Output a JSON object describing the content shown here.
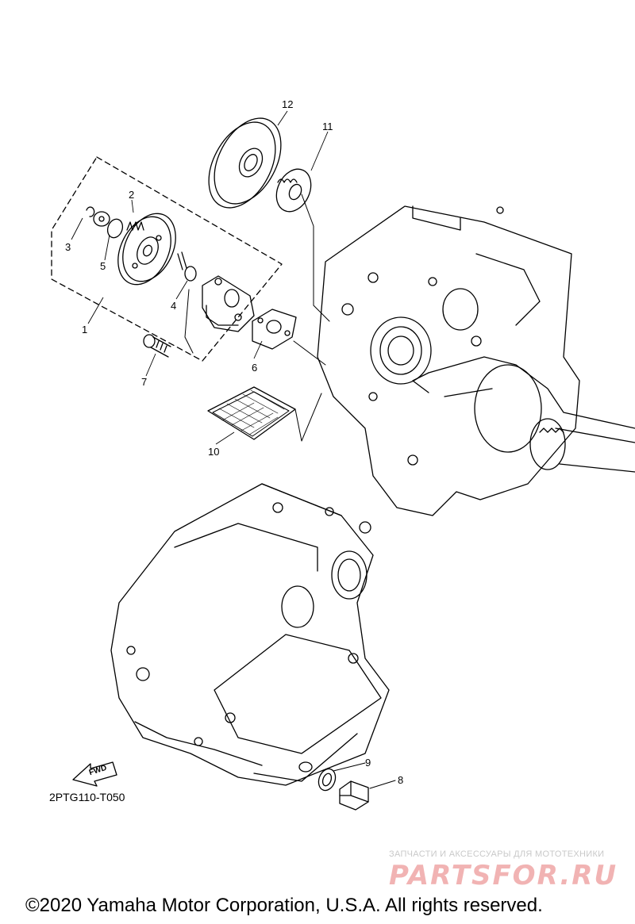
{
  "callouts": [
    {
      "id": "1",
      "label": "1"
    },
    {
      "id": "2",
      "label": "2"
    },
    {
      "id": "3",
      "label": "3"
    },
    {
      "id": "4",
      "label": "4"
    },
    {
      "id": "5",
      "label": "5"
    },
    {
      "id": "6",
      "label": "6"
    },
    {
      "id": "7",
      "label": "7"
    },
    {
      "id": "8",
      "label": "8"
    },
    {
      "id": "9",
      "label": "9"
    },
    {
      "id": "10",
      "label": "10"
    },
    {
      "id": "11",
      "label": "11"
    },
    {
      "id": "12",
      "label": "12"
    }
  ],
  "fwd_label": "FWD",
  "diagram_code": "2PTG110-T050",
  "watermark": {
    "tagline": "ЗАПЧАСТИ И АКСЕССУАРЫ ДЛЯ МОТОТЕХНИКИ",
    "brand": "PARTSFOR.RU"
  },
  "copyright": "©2020 Yamaha Motor Corporation, U.S.A. All rights reserved."
}
